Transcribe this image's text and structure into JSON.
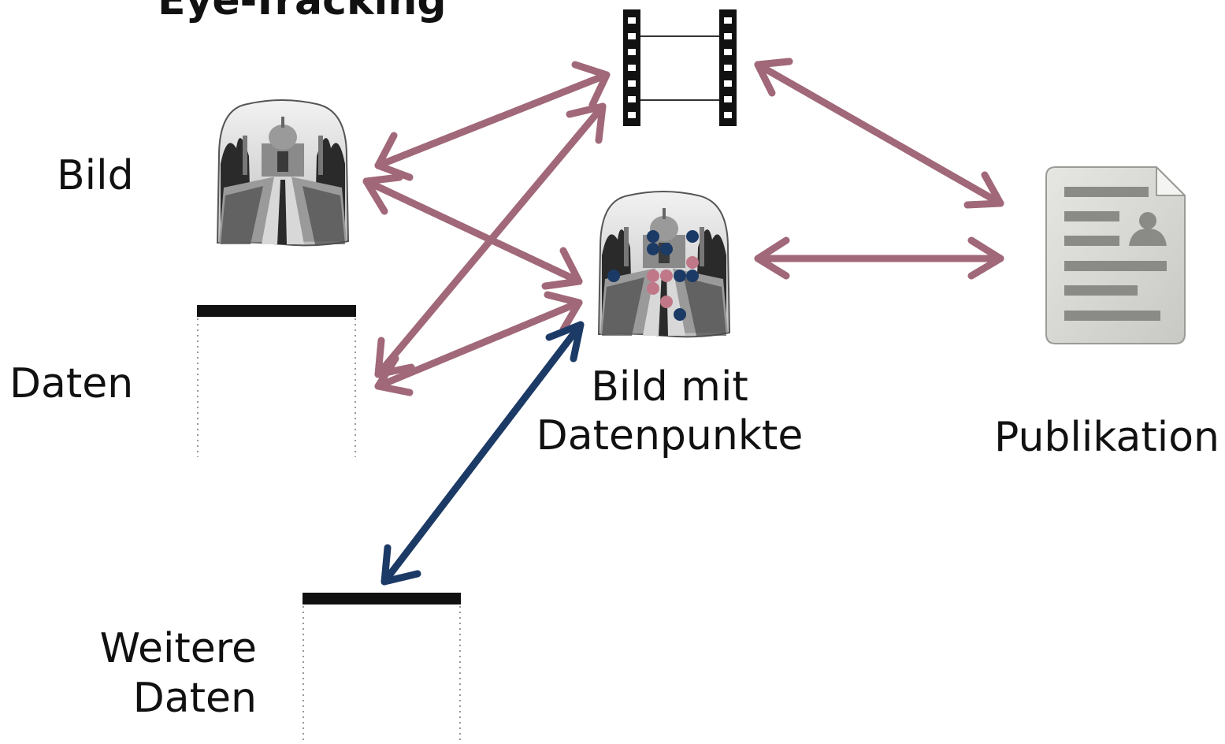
{
  "title": "Eye-Tracking",
  "labels": {
    "bild": "Bild",
    "daten": "Daten",
    "bild_mit_line1": "Bild mit",
    "bild_mit_line2": "Datenpunkte",
    "publikation": "Publikation",
    "weitere_line1": "Weitere",
    "weitere_line2": "Daten"
  },
  "colors": {
    "arrow_primary": "#a06878",
    "arrow_secondary": "#1c3a66",
    "gaze_dot_blue": "#1c3a66",
    "gaze_dot_pink": "#c07888",
    "ink": "#111111",
    "document_body": "#d6d6d2",
    "document_lines": "#8a8a86"
  },
  "icons": {
    "image": "taj-mahal-photo-icon",
    "video": "film-strip-icon",
    "data": "data-table-icon",
    "publication": "document-icon"
  }
}
